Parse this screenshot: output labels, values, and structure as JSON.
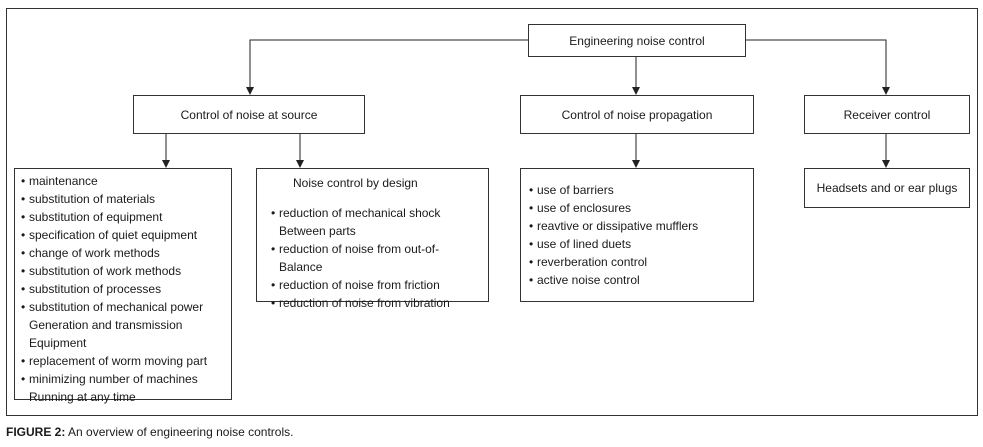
{
  "root": {
    "label": "Engineering noise control"
  },
  "level1": [
    {
      "label": "Control of noise at source"
    },
    {
      "label": "Control of noise propagation"
    },
    {
      "label": "Receiver control"
    }
  ],
  "source_methods": {
    "items": [
      [
        "maintenance"
      ],
      [
        "substitution of materials"
      ],
      [
        "substitution of equipment"
      ],
      [
        "specification of quiet equipment"
      ],
      [
        "change of work methods"
      ],
      [
        "substitution of work methods"
      ],
      [
        "substitution of processes"
      ],
      [
        "substitution of mechanical power",
        "Generation and transmission",
        "Equipment"
      ],
      [
        "replacement of worm moving part"
      ],
      [
        "minimizing number of machines",
        "Running at any time"
      ]
    ]
  },
  "design": {
    "title": "Noise control by design",
    "items": [
      [
        "reduction of mechanical shock",
        "Between parts"
      ],
      [
        "reduction of noise from out-of-",
        "Balance"
      ],
      [
        "reduction of noise from friction"
      ],
      [
        "reduction of noise from vibration"
      ]
    ]
  },
  "propagation_methods": {
    "items": [
      [
        "use of barriers"
      ],
      [
        "use of enclosures"
      ],
      [
        "reavtive or dissipative mufflers"
      ],
      [
        "use of lined duets"
      ],
      [
        "reverberation control"
      ],
      [
        "active noise control"
      ]
    ]
  },
  "receiver_methods": {
    "label": "Headsets and or ear plugs"
  },
  "caption": {
    "prefix": "FIGURE 2:",
    "text": " An overview of engineering noise controls."
  }
}
